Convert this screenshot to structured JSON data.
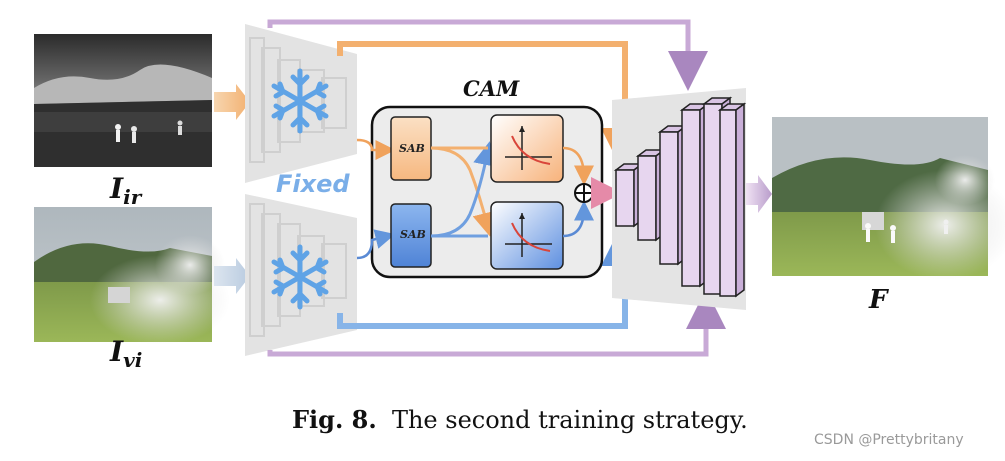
{
  "labels": {
    "ir_main": "I",
    "ir_sub": "ir",
    "vi_main": "I",
    "vi_sub": "vi",
    "fused": "F",
    "fixed": "Fixed",
    "cam": "CAM",
    "sab": "SAB"
  },
  "caption": {
    "fig_number": "Fig. 8.",
    "text": "The second training strategy."
  },
  "watermark": "CSDN @Prettybritany",
  "colors": {
    "orange": "#f4b37a",
    "blue": "#6f9fe0",
    "purple": "#b79bc8",
    "decoder": "#e7d6ef",
    "snowflake": "#5fa3e6",
    "cam_bg": "#ececec"
  },
  "icons": [
    "snowflake-icon",
    "snowflake-icon",
    "plot-icon",
    "plot-icon",
    "sum-icon"
  ]
}
